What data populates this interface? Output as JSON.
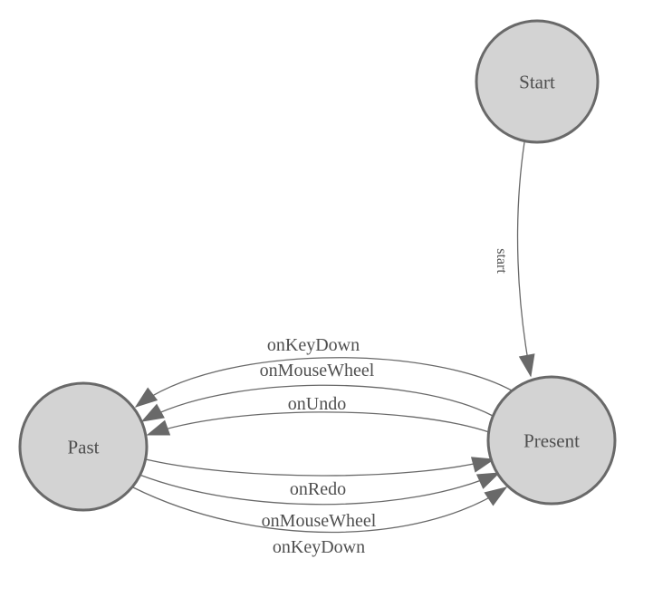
{
  "diagram": {
    "type": "state-machine",
    "background": "#ffffff",
    "colors": {
      "node_fill": "#d3d3d3",
      "node_stroke": "#696969",
      "edge": "#696969",
      "text": "#4f4f4f"
    },
    "nodes": [
      {
        "id": "start",
        "label": "Start"
      },
      {
        "id": "present",
        "label": "Present"
      },
      {
        "id": "past",
        "label": "Past"
      }
    ],
    "edges": [
      {
        "from": "Start",
        "to": "Present",
        "label": "start"
      },
      {
        "from": "Present",
        "to": "Past",
        "label": "onKeyDown"
      },
      {
        "from": "Present",
        "to": "Past",
        "label": "onMouseWheel"
      },
      {
        "from": "Present",
        "to": "Past",
        "label": "onUndo"
      },
      {
        "from": "Past",
        "to": "Present",
        "label": "onRedo"
      },
      {
        "from": "Past",
        "to": "Present",
        "label": "onMouseWheel"
      },
      {
        "from": "Past",
        "to": "Present",
        "label": "onKeyDown"
      }
    ]
  }
}
